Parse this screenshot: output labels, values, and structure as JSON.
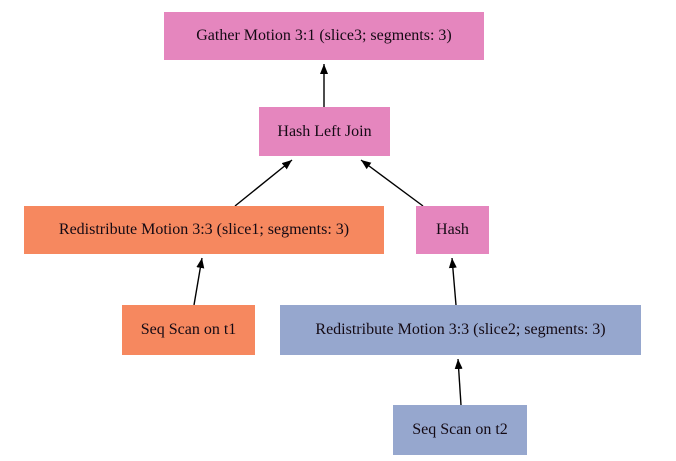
{
  "diagram": {
    "kind": "query-plan-tree",
    "background_color": "#ffffff",
    "edge_color": "#000000",
    "colors": {
      "motion_pink": "#e586be",
      "scan_orange": "#f6885f",
      "scan_blue": "#96a7ce"
    },
    "nodes": [
      {
        "id": "gather-motion",
        "label": "Gather Motion 3:1 (slice3; segments: 3)",
        "color": "#e586be"
      },
      {
        "id": "hash-left-join",
        "label": "Hash Left Join",
        "color": "#e586be"
      },
      {
        "id": "redistribute-motion-slice1",
        "label": "Redistribute Motion 3:3 (slice1; segments: 3)",
        "color": "#f6885f"
      },
      {
        "id": "hash",
        "label": "Hash",
        "color": "#e586be"
      },
      {
        "id": "seq-scan-t1",
        "label": "Seq Scan on t1",
        "color": "#f6885f"
      },
      {
        "id": "redistribute-motion-slice2",
        "label": "Redistribute Motion 3:3 (slice2; segments: 3)",
        "color": "#96a7ce"
      },
      {
        "id": "seq-scan-t2",
        "label": "Seq Scan on t2",
        "color": "#96a7ce"
      }
    ],
    "edges": [
      {
        "from": "hash-left-join",
        "to": "gather-motion"
      },
      {
        "from": "redistribute-motion-slice1",
        "to": "hash-left-join"
      },
      {
        "from": "hash",
        "to": "hash-left-join"
      },
      {
        "from": "seq-scan-t1",
        "to": "redistribute-motion-slice1"
      },
      {
        "from": "redistribute-motion-slice2",
        "to": "hash"
      },
      {
        "from": "seq-scan-t2",
        "to": "redistribute-motion-slice2"
      }
    ]
  }
}
